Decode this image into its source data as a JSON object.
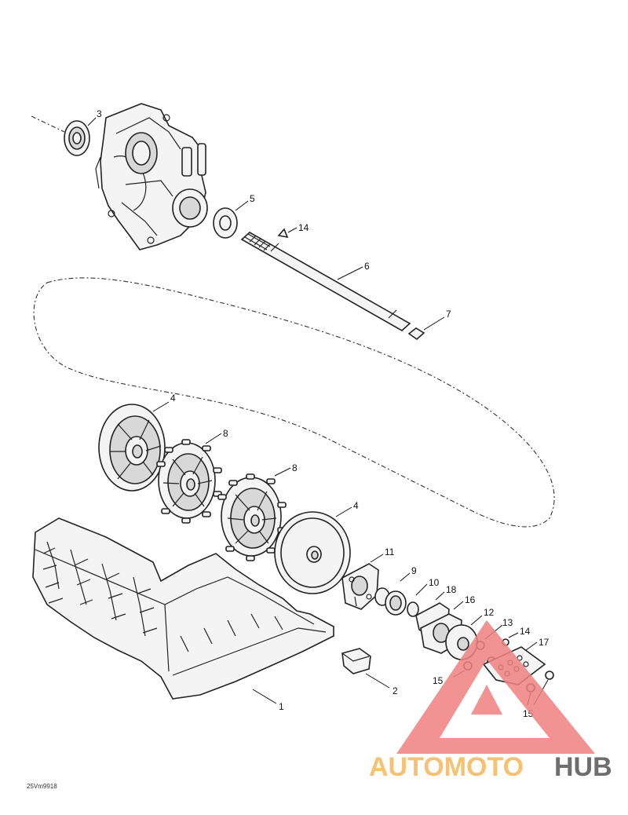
{
  "callouts": {
    "c1": "1",
    "c2": "2",
    "c3": "3",
    "c4a": "4",
    "c4b": "4",
    "c5": "5",
    "c6": "6",
    "c7": "7",
    "c8a": "8",
    "c8b": "8",
    "c9": "9",
    "c10": "10",
    "c11": "11",
    "c12": "12",
    "c13": "13",
    "c14a": "14",
    "c14b": "14",
    "c15a": "15",
    "c15b": "15",
    "c16": "16",
    "c17": "17",
    "c18": "18"
  },
  "reference_code": "25Vm9918",
  "watermark": {
    "part1": "AUTOMOTO",
    "part2": "HUB",
    "color_triangle": "#f08080",
    "color_part1": "#f5b75a",
    "color_part2": "#555555"
  }
}
